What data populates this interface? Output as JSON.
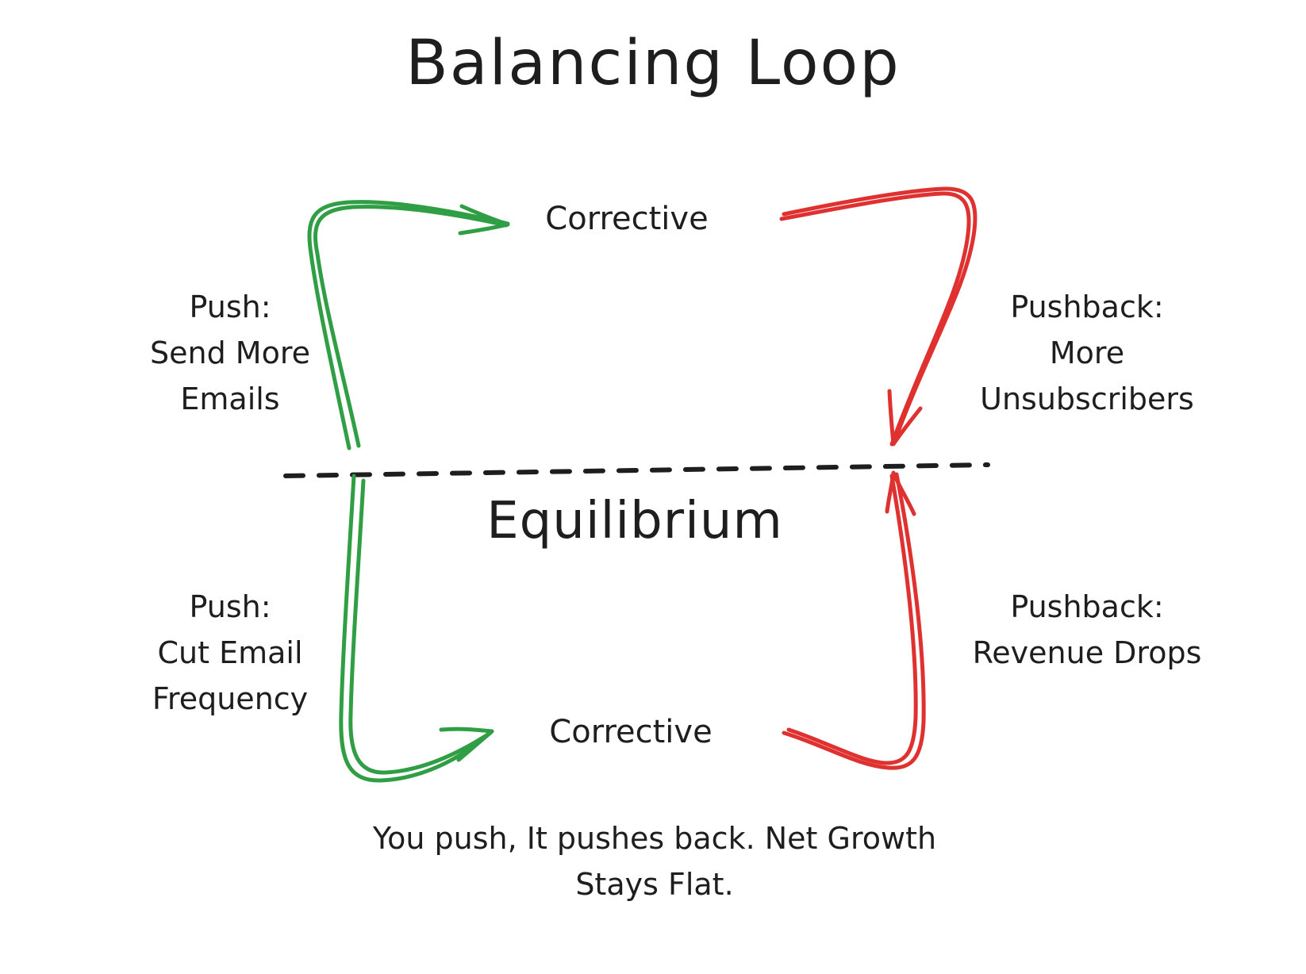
{
  "title": "Balancing Loop",
  "nodes": {
    "corrective_top": "Corrective",
    "corrective_bottom": "Corrective",
    "equilibrium": "Equilibrium"
  },
  "labels": {
    "push_top_left": "Push:\nSend More\nEmails",
    "push_bottom_left": "Push:\nCut Email\nFrequency",
    "pushback_top_right": "Pushback:\nMore\nUnsubscribers",
    "pushback_bottom_right": "Pushback:\nRevenue Drops"
  },
  "caption": "You push, It pushes back. Net Growth\nStays Flat.",
  "colors": {
    "push": "#2f9e44",
    "pushback": "#e03131",
    "ink": "#1e1e1e"
  }
}
